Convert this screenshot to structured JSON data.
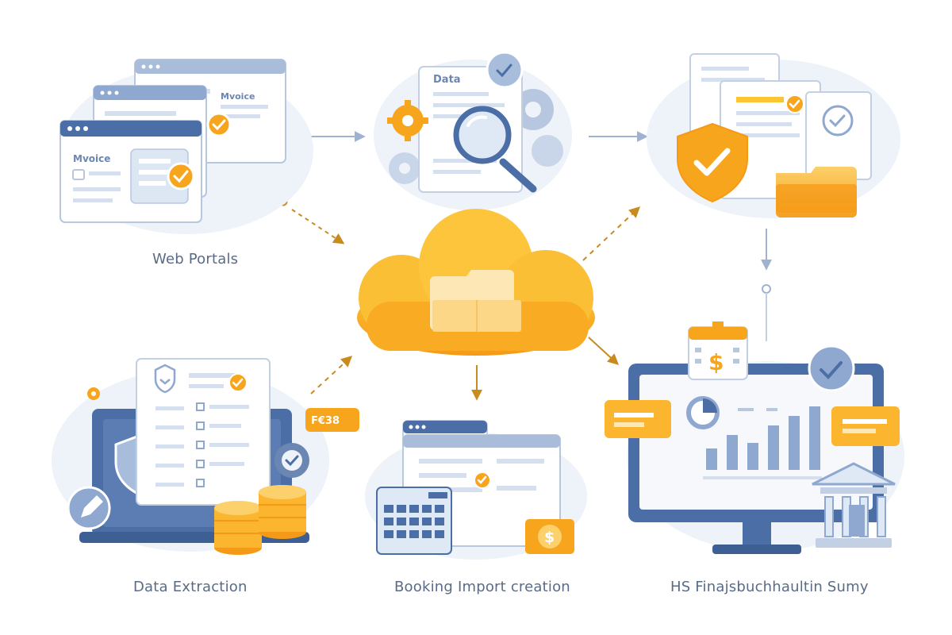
{
  "nodes": {
    "web_portals": {
      "caption": "Web Portals",
      "window_label_back": "Mvoice",
      "window_label_front": "Mvoice"
    },
    "data_review": {
      "doc_label": "Data"
    },
    "cloud_storage": {},
    "compliance": {},
    "data_extraction": {
      "caption": "Data Extraction",
      "tag_label": "F€38"
    },
    "booking_import": {
      "caption": "Booking Import creation",
      "currency_symbol": "$"
    },
    "hs_finance": {
      "caption": "HS Finajsbuchhaultin Sսmy",
      "currency_symbol": "$"
    }
  },
  "colors": {
    "accent_orange": "#f7a51c",
    "accent_yellow": "#fbc433",
    "brand_blue": "#4a6ea5",
    "soft_blue": "#b7c7e0",
    "arrow_orange": "#c98a1e",
    "arrow_grey": "#9fb2cf",
    "cloud_bg": "#e9eef7"
  },
  "icons": [
    "check-icon",
    "gear-icon",
    "magnifier-icon",
    "shield-icon",
    "folder-icon",
    "coins-icon",
    "calculator-icon",
    "bank-icon",
    "pie-chart-icon",
    "bar-chart-icon",
    "dollar-icon"
  ]
}
